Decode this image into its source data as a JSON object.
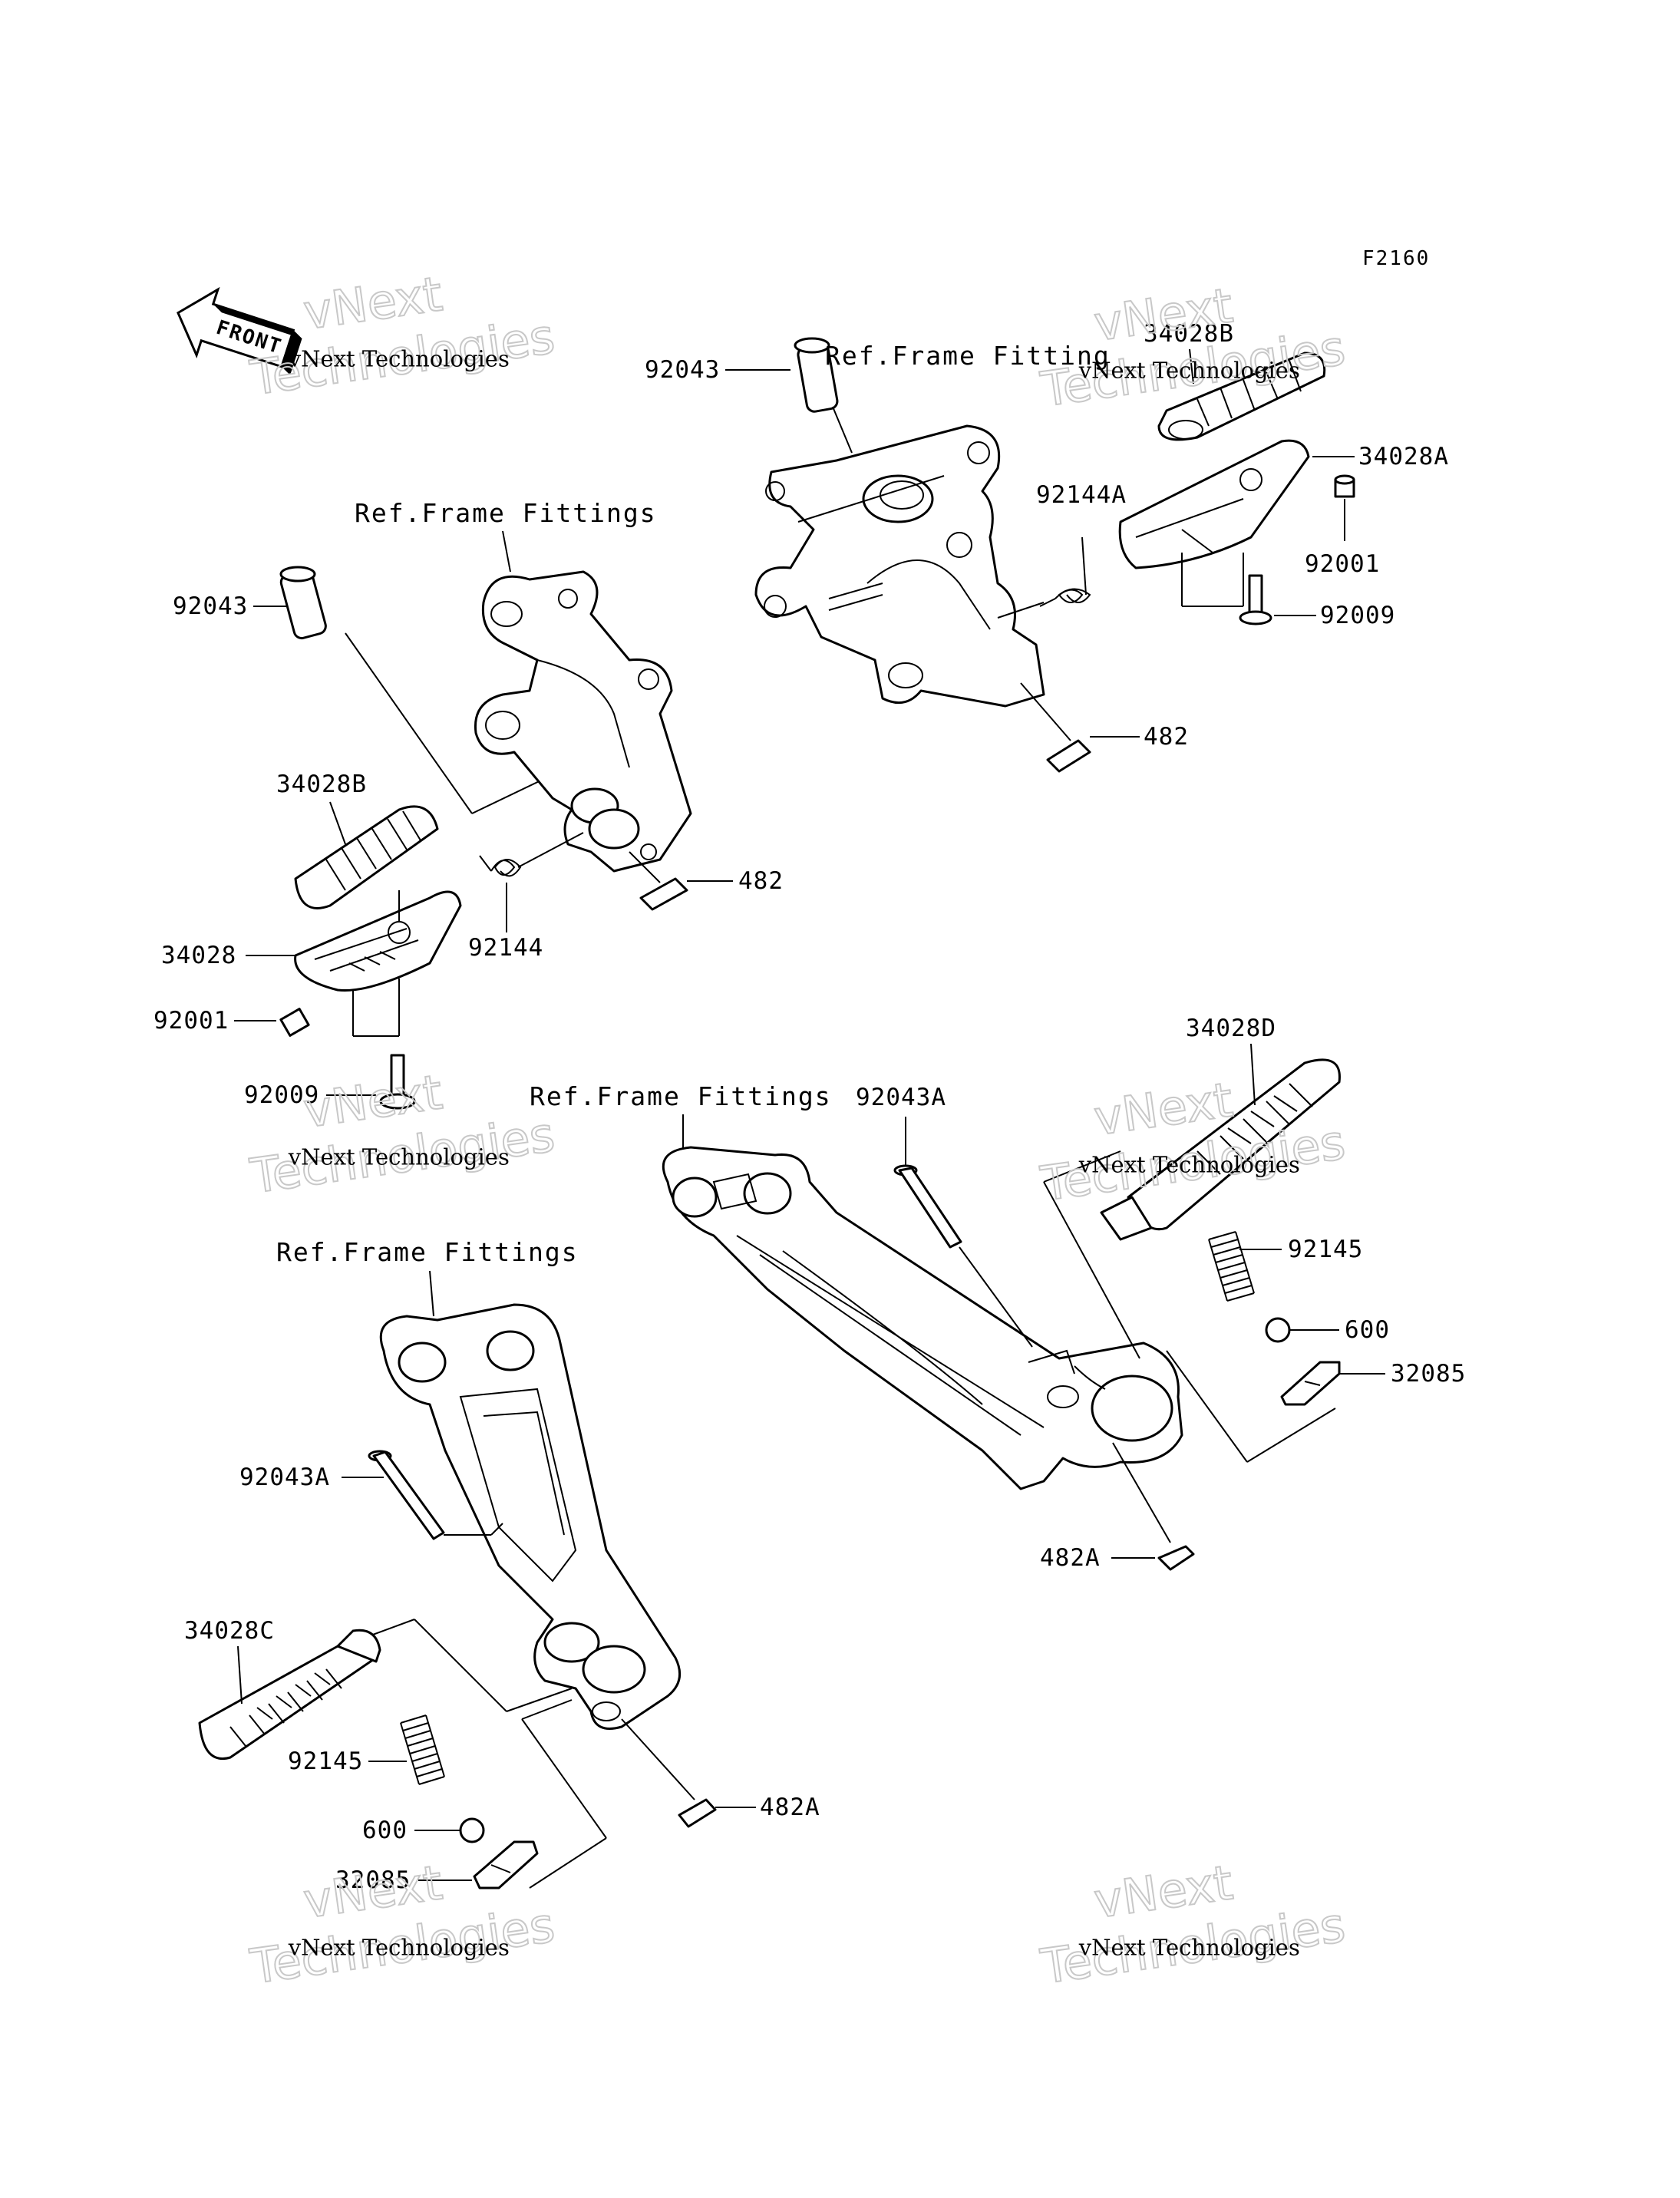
{
  "figure_code": "F2160",
  "direction_marker": "FRONT",
  "watermark": {
    "line1": "vNext Technologies",
    "line2": "vNext",
    "line3": "Technologies"
  },
  "reference_labels": {
    "upper_right": "Ref.Frame Fitting",
    "upper_left": "Ref.Frame Fittings",
    "lower_right": "Ref.Frame Fittings",
    "lower_left": "Ref.Frame Fittings"
  },
  "callouts": {
    "ur_92043": "92043",
    "ur_34028B": "34028B",
    "ur_34028A": "34028A",
    "ur_92144A": "92144A",
    "ur_92001": "92001",
    "ur_92009": "92009",
    "ur_482": "482",
    "ul_92043": "92043",
    "ul_34028B": "34028B",
    "ul_34028": "34028",
    "ul_92001": "92001",
    "ul_92009": "92009",
    "ul_92144": "92144",
    "ul_482": "482",
    "lr_92043A": "92043A",
    "lr_34028D": "34028D",
    "lr_92145": "92145",
    "lr_600": "600",
    "lr_32085": "32085",
    "lr_482A": "482A",
    "ll_92043A": "92043A",
    "ll_34028C": "34028C",
    "ll_92145": "92145",
    "ll_600": "600",
    "ll_32085": "32085",
    "ll_482A": "482A"
  }
}
